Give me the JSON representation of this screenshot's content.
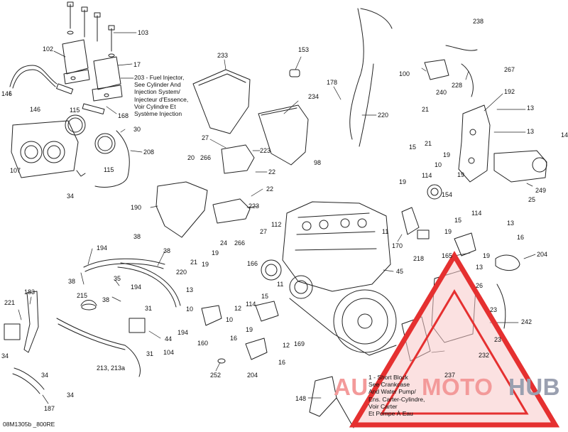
{
  "diagram": {
    "doc_id": "08M1305b _800RE",
    "callouts": [
      {
        "id": "c103",
        "text": "103"
      },
      {
        "id": "c102",
        "text": "102"
      },
      {
        "id": "c17",
        "text": "17"
      },
      {
        "id": "c146a",
        "text": "146"
      },
      {
        "id": "c146b",
        "text": "146"
      },
      {
        "id": "c115a",
        "text": "115"
      },
      {
        "id": "c168",
        "text": "168"
      },
      {
        "id": "c30",
        "text": "30"
      },
      {
        "id": "c107",
        "text": "107"
      },
      {
        "id": "c208",
        "text": "208"
      },
      {
        "id": "c115b",
        "text": "115"
      },
      {
        "id": "c34a",
        "text": "34"
      },
      {
        "id": "c233",
        "text": "233"
      },
      {
        "id": "c153",
        "text": "153"
      },
      {
        "id": "c178",
        "text": "178"
      },
      {
        "id": "c234",
        "text": "234"
      },
      {
        "id": "c220a",
        "text": "220"
      },
      {
        "id": "c27a",
        "text": "27"
      },
      {
        "id": "c223a",
        "text": "223"
      },
      {
        "id": "c20",
        "text": "20"
      },
      {
        "id": "c266a",
        "text": "266"
      },
      {
        "id": "c22a",
        "text": "22"
      },
      {
        "id": "c98",
        "text": "98"
      },
      {
        "id": "c22b",
        "text": "22"
      },
      {
        "id": "c190",
        "text": "190"
      },
      {
        "id": "c223b",
        "text": "223"
      },
      {
        "id": "c27b",
        "text": "27"
      },
      {
        "id": "c266b",
        "text": "266"
      },
      {
        "id": "c112",
        "text": "112"
      },
      {
        "id": "c238",
        "text": "238"
      },
      {
        "id": "c100",
        "text": "100"
      },
      {
        "id": "c267",
        "text": "267"
      },
      {
        "id": "c240",
        "text": "240"
      },
      {
        "id": "c228",
        "text": "228"
      },
      {
        "id": "c192",
        "text": "192"
      },
      {
        "id": "c21a",
        "text": "21"
      },
      {
        "id": "c13a",
        "text": "13"
      },
      {
        "id": "c13b",
        "text": "13"
      },
      {
        "id": "c14",
        "text": "14"
      },
      {
        "id": "c21b",
        "text": "21"
      },
      {
        "id": "c15a",
        "text": "15"
      },
      {
        "id": "c114a",
        "text": "114"
      },
      {
        "id": "c19a",
        "text": "19"
      },
      {
        "id": "c10a",
        "text": "10"
      },
      {
        "id": "c19b",
        "text": "19"
      },
      {
        "id": "c19c",
        "text": "19"
      },
      {
        "id": "c154",
        "text": "154"
      },
      {
        "id": "c249",
        "text": "249"
      },
      {
        "id": "c25",
        "text": "25"
      },
      {
        "id": "c15b",
        "text": "15"
      },
      {
        "id": "c114b",
        "text": "114"
      },
      {
        "id": "c19d",
        "text": "19"
      },
      {
        "id": "c13c",
        "text": "13"
      },
      {
        "id": "c11",
        "text": "11"
      },
      {
        "id": "c170",
        "text": "170"
      },
      {
        "id": "c16a",
        "text": "16"
      },
      {
        "id": "c218",
        "text": "218"
      },
      {
        "id": "c165",
        "text": "165"
      },
      {
        "id": "c204a",
        "text": "204"
      },
      {
        "id": "c19e",
        "text": "19"
      },
      {
        "id": "c13d",
        "text": "13"
      },
      {
        "id": "c38a",
        "text": "38"
      },
      {
        "id": "c194a",
        "text": "194"
      },
      {
        "id": "c38b",
        "text": "38"
      },
      {
        "id": "c220b",
        "text": "220"
      },
      {
        "id": "c24",
        "text": "24"
      },
      {
        "id": "c19f",
        "text": "19"
      },
      {
        "id": "c166",
        "text": "166"
      },
      {
        "id": "c45",
        "text": "45"
      },
      {
        "id": "c38c",
        "text": "38"
      },
      {
        "id": "c35",
        "text": "35"
      },
      {
        "id": "c194b",
        "text": "194"
      },
      {
        "id": "c38d",
        "text": "38"
      },
      {
        "id": "c21c",
        "text": "21"
      },
      {
        "id": "c19g",
        "text": "19"
      },
      {
        "id": "c13e",
        "text": "13"
      },
      {
        "id": "c11b",
        "text": "11"
      },
      {
        "id": "c15c",
        "text": "15"
      },
      {
        "id": "c114c",
        "text": "114"
      },
      {
        "id": "c10b",
        "text": "10"
      },
      {
        "id": "c12a",
        "text": "12"
      },
      {
        "id": "c10c",
        "text": "10"
      },
      {
        "id": "c19h",
        "text": "19"
      },
      {
        "id": "c183",
        "text": "183"
      },
      {
        "id": "c215",
        "text": "215"
      },
      {
        "id": "c221",
        "text": "221"
      },
      {
        "id": "c31a",
        "text": "31"
      },
      {
        "id": "c194c",
        "text": "194"
      },
      {
        "id": "c104",
        "text": "104"
      },
      {
        "id": "c44",
        "text": "44"
      },
      {
        "id": "c160",
        "text": "160"
      },
      {
        "id": "c16b",
        "text": "16"
      },
      {
        "id": "c12b",
        "text": "12"
      },
      {
        "id": "c169",
        "text": "169"
      },
      {
        "id": "c31b",
        "text": "31"
      },
      {
        "id": "c34b",
        "text": "34"
      },
      {
        "id": "c34c",
        "text": "34"
      },
      {
        "id": "c213",
        "text": "213, 213a"
      },
      {
        "id": "c204b",
        "text": "204"
      },
      {
        "id": "c16c",
        "text": "16"
      },
      {
        "id": "c252",
        "text": "252"
      },
      {
        "id": "c34d",
        "text": "34"
      },
      {
        "id": "c187",
        "text": "187"
      },
      {
        "id": "c148",
        "text": "148"
      },
      {
        "id": "c237",
        "text": "237"
      },
      {
        "id": "c232",
        "text": "232"
      },
      {
        "id": "c242",
        "text": "242"
      },
      {
        "id": "c26",
        "text": "26"
      },
      {
        "id": "c23a",
        "text": "23"
      },
      {
        "id": "c23b",
        "text": "23"
      }
    ],
    "notes": {
      "fuel_injector": [
        "203 - Fuel Injector,",
        "See Cylinder And",
        "Injection System/",
        "Injecteur d'Essence,",
        "Voir Cylindre Et",
        "Système Injection"
      ],
      "short_block": [
        "1 - Short Block",
        "See Crankcase",
        "And Water Pump/",
        "Ens. Carter-Cylindre,",
        "Voir Carter",
        "Et Pompe À Eau"
      ]
    },
    "watermark": {
      "part_a": "AU",
      "part_b": "MOTO",
      "part_c": "HUB"
    },
    "colors": {
      "line": "#222222",
      "watermark_red": "#e53030",
      "watermark_fill": "#f7c9c9",
      "watermark_gray": "#9aa0b0"
    }
  }
}
